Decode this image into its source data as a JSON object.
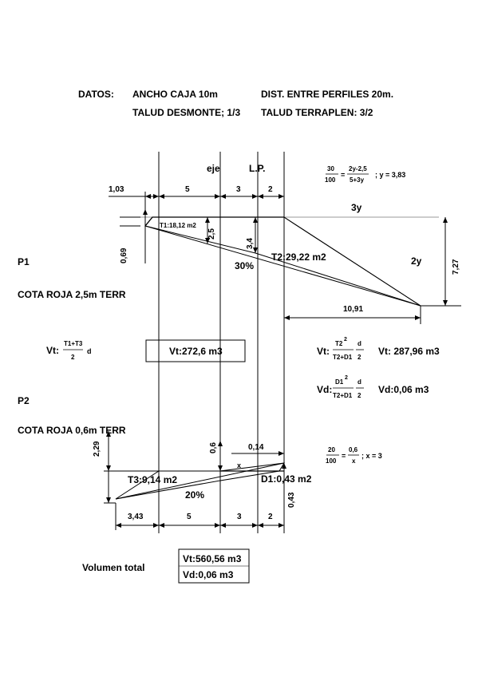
{
  "header": {
    "datos_label": "DATOS:",
    "ancho_caja": "ANCHO CAJA 10m",
    "dist_perfiles": "DIST. ENTRE PERFILES 20m.",
    "talud_desmonte": "TALUD DESMONTE; 1/3",
    "talud_terraplen": "TALUD TERRAPLEN: 3/2"
  },
  "axis_labels": {
    "eje": "eje",
    "lp": "L.P."
  },
  "top_dims": {
    "d1": "1,03",
    "d2": "5",
    "d3": "3",
    "d4": "2"
  },
  "bottom_dims": {
    "d1": "3,43",
    "d2": "5",
    "d3": "3",
    "d4": "2"
  },
  "p1": {
    "title": "P1",
    "cota": "COTA ROJA 2,5m TERR",
    "t1": "T1:18,12 m2",
    "t2": "T2:29,22 m2",
    "slope": "30%",
    "dim_069": "0,69",
    "dim_25": "2,5",
    "dim_34": "3,4",
    "dim_727": "7,27",
    "dim_1091": "10,91",
    "label_3y": "3y",
    "label_2y": "2y"
  },
  "eq1": {
    "num": "30",
    "den": "100",
    "eq": "=",
    "rnum": "2y-2,5",
    "rden": "5+3y",
    "result": "; y = 3,83"
  },
  "eq2": {
    "num": "20",
    "den": "100",
    "eq": "=",
    "rnum": "0,6",
    "rden": "x",
    "result": "; x = 3"
  },
  "formulas": {
    "vt_prefix": "Vt:",
    "vt_num": "T1+T3",
    "vt_den": "2",
    "vt_d": "d",
    "vt_result": "Vt:272,6 m3",
    "vt2_prefix": "Vt:",
    "vt2_num_base": "T2",
    "vt2_sup": "2",
    "vt2_den": "T2+D1",
    "vt2_d_num": "d",
    "vt2_d_den": "2",
    "vt2_result": "Vt: 287,96 m3",
    "vd_prefix": "Vd:",
    "vd_num_base": "D1",
    "vd_sup": "2",
    "vd_den": "T2+D1",
    "vd_d_num": "d",
    "vd_d_den": "2",
    "vd_result": "Vd:0,06 m3"
  },
  "p2": {
    "title": "P2",
    "cota": "COTA ROJA 0,6m TERR",
    "t3": "T3:9,14 m2",
    "d1": "D1:0,43 m2",
    "slope": "20%",
    "dim_229": "2,29",
    "dim_06": "0,6",
    "dim_014": "0,14",
    "dim_043": "0,43",
    "label_x": "x"
  },
  "total": {
    "label": "Volumen total",
    "vt": "Vt:560,56 m3",
    "vd": "Vd:0,06 m3"
  }
}
